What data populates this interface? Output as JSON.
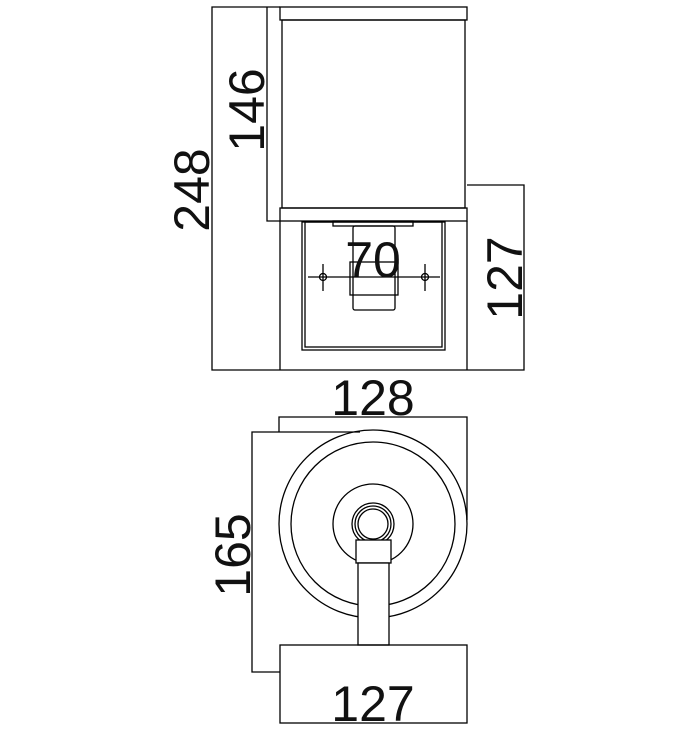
{
  "side_view": {
    "dimensions": {
      "total_height": "248",
      "shade_height": "146",
      "projection": "127",
      "socket_width": "70"
    }
  },
  "front_view": {
    "dimensions": {
      "top_width": "128",
      "height": "165",
      "base_width": "127"
    }
  }
}
